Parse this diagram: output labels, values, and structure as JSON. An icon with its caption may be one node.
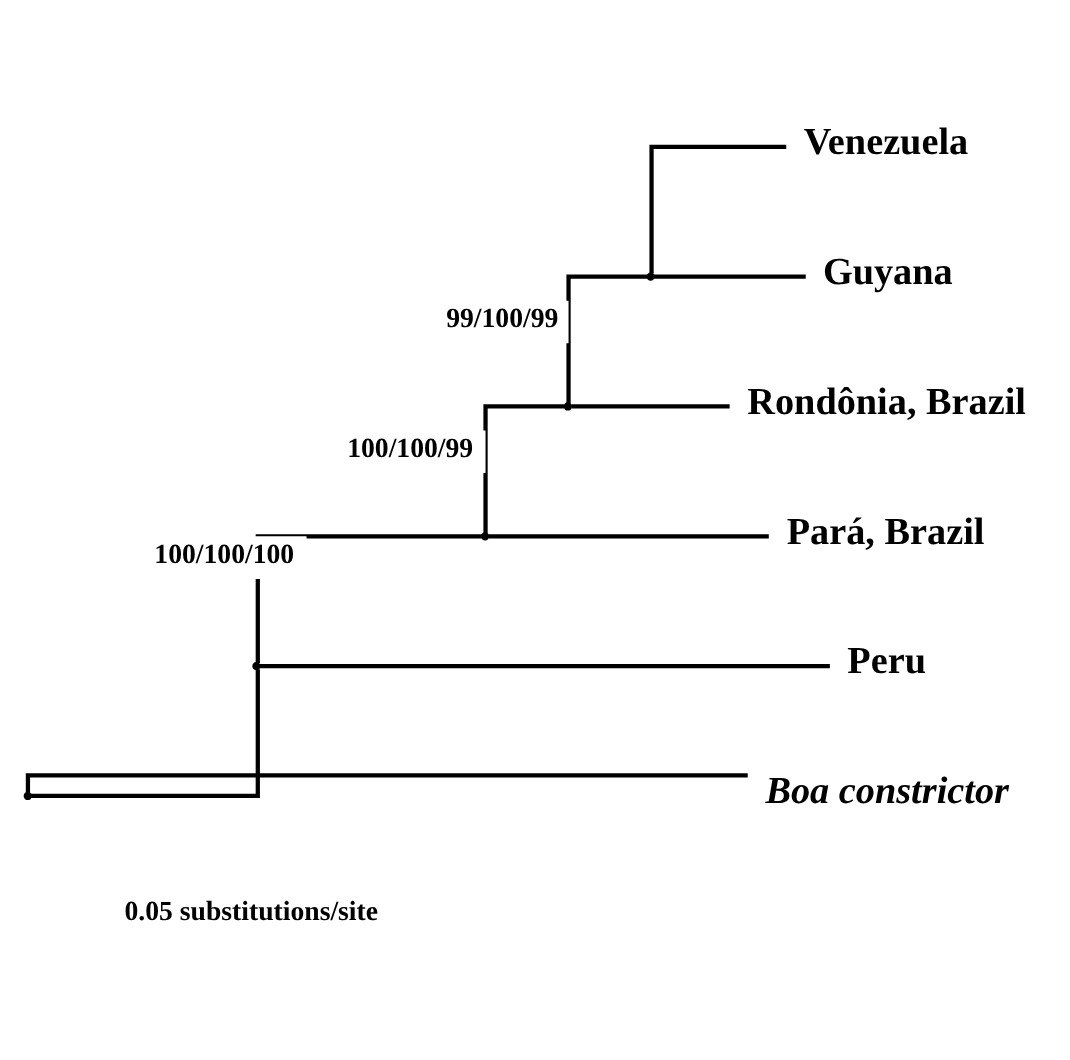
{
  "diagram": {
    "nodes": [
      {
        "text": [],
        "shape": "point"
      },
      {
        "text": [],
        "shape": "point"
      },
      {
        "text": [],
        "shape": "point"
      },
      {
        "text": [],
        "shape": "point"
      },
      {
        "text": [],
        "shape": "point"
      },
      {
        "text": [
          "Venezuela"
        ]
      },
      {
        "text": [
          "Guyana"
        ]
      },
      {
        "text": [
          "Rondônia, Brazil"
        ]
      },
      {
        "text": [
          "Pará, Brazil"
        ]
      },
      {
        "text": [
          "Peru"
        ]
      },
      {
        "text": [
          "Boa constrictor"
        ]
      }
    ],
    "edges": [
      {
        "from": 0,
        "to": 1,
        "arrow": "none"
      },
      {
        "from": 0,
        "to": 10,
        "arrow": "none"
      },
      {
        "from": 1,
        "to": 2,
        "arrow": "none",
        "label": "100/100/100"
      },
      {
        "from": 1,
        "to": 9,
        "arrow": "none"
      },
      {
        "from": 2,
        "to": 3,
        "arrow": "none",
        "label": "100/100/99"
      },
      {
        "from": 2,
        "to": 8,
        "arrow": "none"
      },
      {
        "from": 3,
        "to": 4,
        "arrow": "none",
        "label": "99/100/99"
      },
      {
        "from": 3,
        "to": 7,
        "arrow": "none"
      },
      {
        "from": 4,
        "to": 5,
        "arrow": "none"
      },
      {
        "from": 4,
        "to": 6,
        "arrow": "none"
      }
    ],
    "labels": [
      "0.05 substitutions/site"
    ]
  }
}
